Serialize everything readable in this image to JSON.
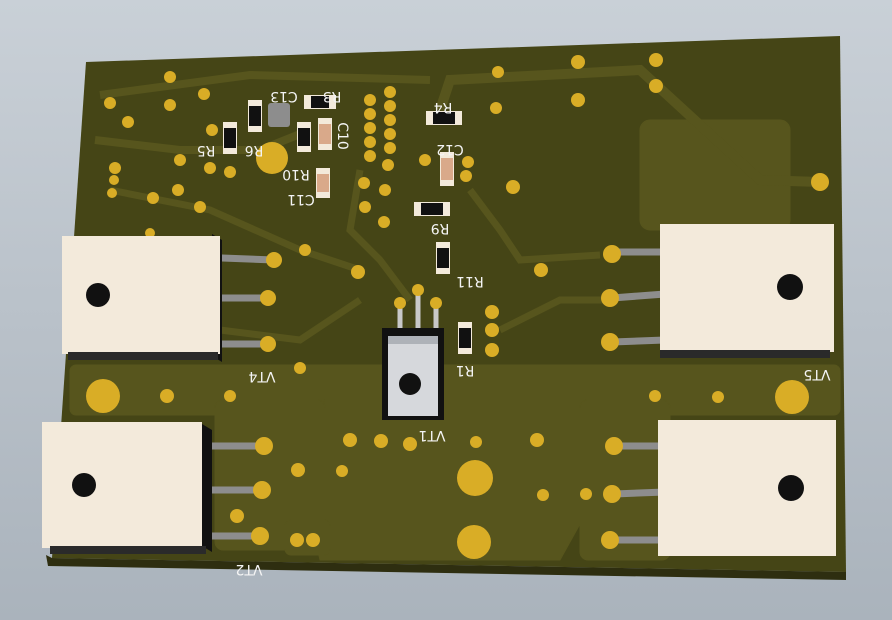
{
  "labels": {
    "r3": "R3",
    "c13": "C13",
    "r4": "R4",
    "r6": "R6",
    "r5": "R5",
    "c10": "C10",
    "c12": "C12",
    "r10": "R10",
    "c11": "C11",
    "r9": "R9",
    "r11": "R11",
    "r1": "R1",
    "vt4": "VT4",
    "vt5": "VT5",
    "vt1": "VT1",
    "vt2": "VT2"
  },
  "colors": {
    "board": "#4a4a18",
    "copper": "#56541c",
    "pad": "#d9ad26",
    "package": "#f3eadb",
    "silkscreen": "#f4f4f4",
    "background": "#b9c1c9"
  },
  "icons": {
    "mounting-hole": "circle",
    "to220-package": "rectangle"
  }
}
